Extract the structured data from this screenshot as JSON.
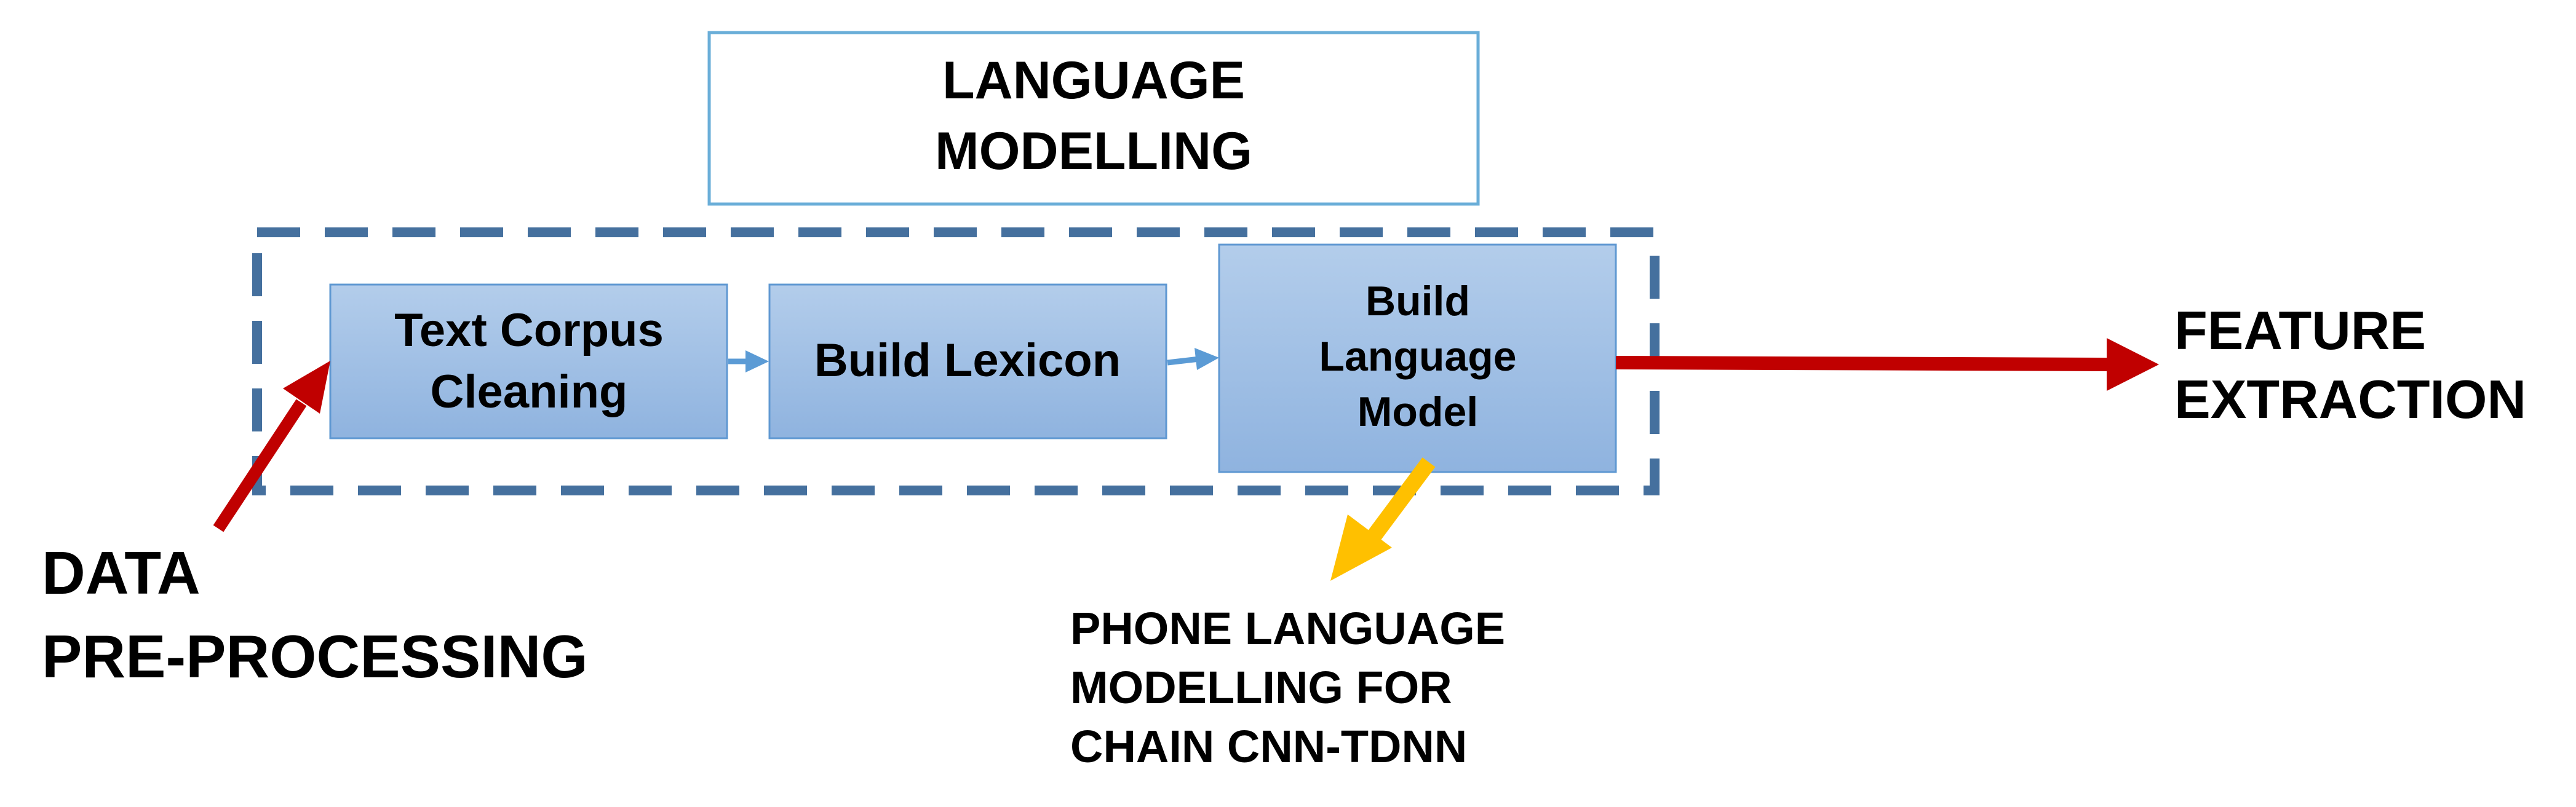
{
  "title": {
    "line1": "LANGUAGE",
    "line2": "MODELLING"
  },
  "steps": [
    {
      "lines": [
        "Text Corpus",
        "Cleaning"
      ]
    },
    {
      "lines": [
        "Build Lexicon"
      ]
    },
    {
      "lines": [
        "Build",
        "Language",
        "Model"
      ]
    }
  ],
  "inputs": {
    "data_preprocessing": {
      "line1": "DATA",
      "line2": "PRE-PROCESSING"
    }
  },
  "outputs": {
    "feature_extraction": {
      "line1": "FEATURE",
      "line2": "EXTRACTION"
    },
    "phone_lm": {
      "line1": "PHONE LANGUAGE",
      "line2": "MODELLING FOR",
      "line3": "CHAIN CNN-TDNN"
    }
  },
  "colors": {
    "title_border": "#6aaed8",
    "dashed_border": "#45709e",
    "box_fill_top": "#b3cdeb",
    "box_fill_bottom": "#8fb3df",
    "box_border": "#5f98d2",
    "small_arrow": "#5b9bd5",
    "red_arrow": "#c00000",
    "yellow_arrow": "#ffc000"
  }
}
